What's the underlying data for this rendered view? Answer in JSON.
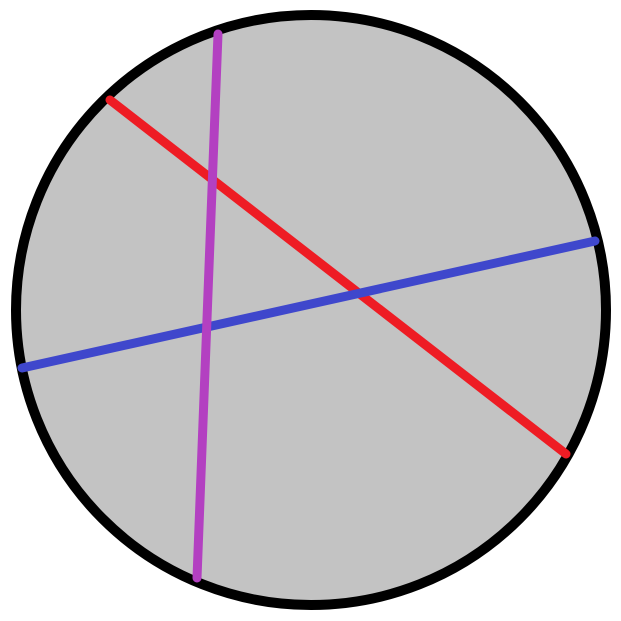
{
  "diagram": {
    "circle": {
      "fill_color": "#c3c3c3",
      "stroke_color": "#000000"
    },
    "chords": [
      {
        "name": "chord-red",
        "color": "#ee1c24"
      },
      {
        "name": "chord-blue",
        "color": "#3f47cc"
      },
      {
        "name": "chord-purple",
        "color": "#b340c1"
      }
    ]
  }
}
